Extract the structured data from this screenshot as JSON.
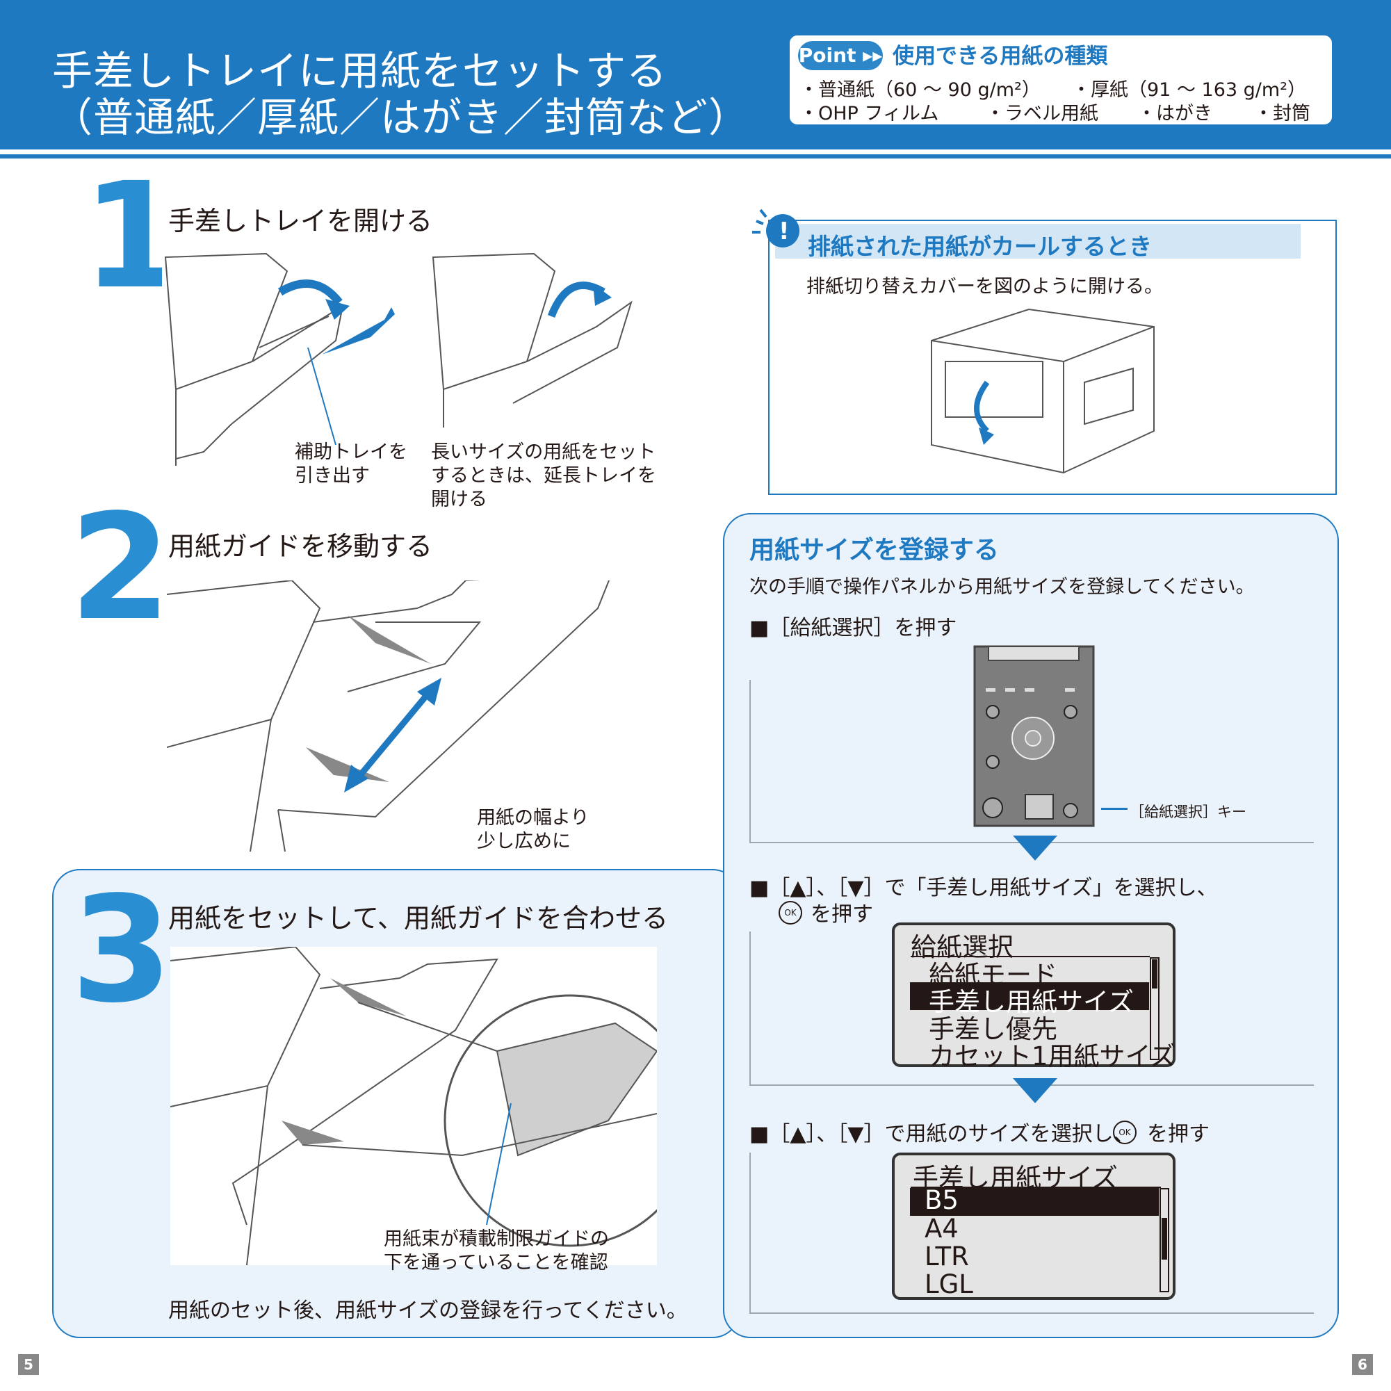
{
  "header": {
    "title_line1": "手差しトレイに用紙をセットする",
    "title_line2": "（普通紙／厚紙／はがき／封筒など）"
  },
  "point": {
    "badge": "Point ▸▸",
    "title": "使用できる用紙の種類",
    "items": [
      "・普通紙（60 ～ 90 g/m²）",
      "・厚紙（91 ～ 163 g/m²）",
      "・OHP フィルム",
      "・ラベル用紙",
      "・はがき",
      "・封筒"
    ]
  },
  "step1": {
    "number": "1",
    "title": "手差しトレイを開ける",
    "caption_a": [
      "補助トレイを",
      "引き出す"
    ],
    "caption_b": [
      "長いサイズの用紙をセット",
      "するときは、延長トレイを",
      "開ける"
    ]
  },
  "step2": {
    "number": "2",
    "title": "用紙ガイドを移動する",
    "caption": [
      "用紙の幅より",
      "少し広めに"
    ]
  },
  "step3": {
    "number": "3",
    "title": "用紙をセットして、用紙ガイドを合わせる",
    "caption": [
      "用紙束が積載制限ガイドの",
      "下を通っていることを確認"
    ],
    "note": "用紙のセット後、用紙サイズの登録を行ってください。"
  },
  "curl": {
    "title": "排紙された用紙がカールするとき",
    "body": "排紙切り替えカバーを図のように開ける。"
  },
  "register": {
    "title": "用紙サイズを登録する",
    "intro": "次の手順で操作パネルから用紙サイズを登録してください。",
    "step_a": "■［給紙選択］を押す",
    "panel_label": "［給紙選択］キー",
    "panel_ok": "OK",
    "step_b_line1": "■［▲］、［▼］で「手差し用紙サイズ」を選択し、",
    "step_b_line2": "を押す",
    "step_c_pre": "■［▲］、［▼］で用紙のサイズを選択し、",
    "step_c_post": "を押す",
    "lcd1": {
      "header": "給紙選択",
      "rows": [
        "給紙モード",
        "手差し用紙サイズ",
        "手差し優先",
        "カセット1用紙サイズ"
      ],
      "selected_index": 1
    },
    "lcd2": {
      "header": "手差し用紙サイズ",
      "rows": [
        "B5",
        "A4",
        "LTR",
        "LGL"
      ],
      "selected_index": 0
    }
  },
  "pages": {
    "left": "5",
    "right": "6"
  },
  "colors": {
    "accent": "#1f79c1",
    "step_number": "#2a8ed3",
    "panel_bg": "#eaf3fb"
  }
}
